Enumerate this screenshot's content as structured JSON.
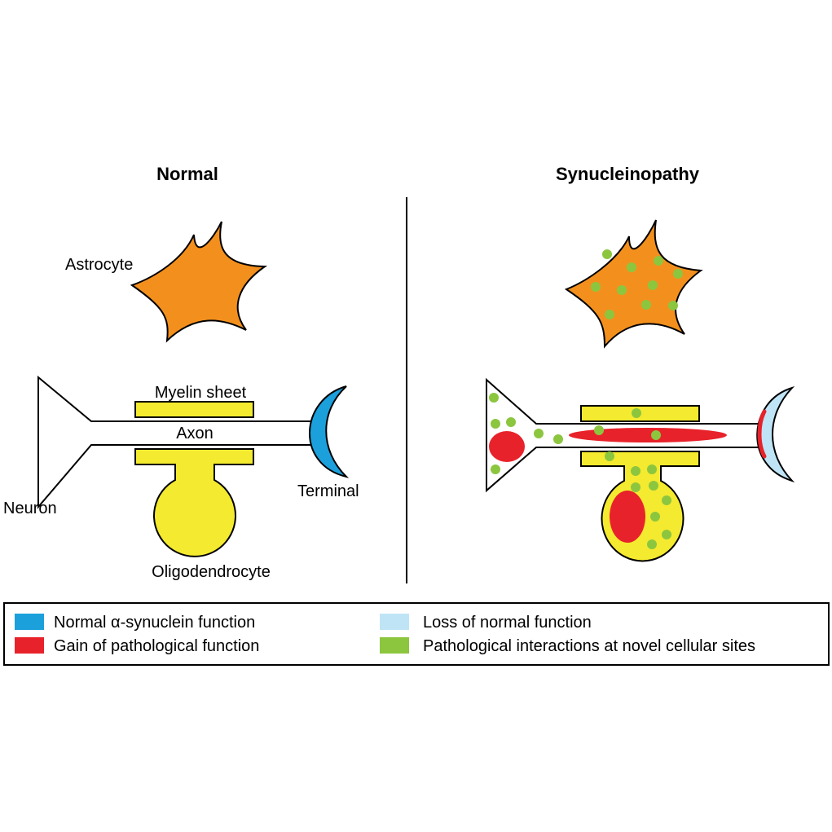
{
  "panels": {
    "normal": {
      "title": "Normal",
      "labels": {
        "astrocyte": "Astrocyte",
        "myelin": "Myelin sheet",
        "axon": "Axon",
        "neuron": "Neuron",
        "terminal": "Terminal",
        "oligodendrocyte": "Oligodendrocyte"
      }
    },
    "disease": {
      "title": "Synucleinopathy"
    }
  },
  "legend": {
    "items": [
      {
        "key": "normal_function",
        "label": "Normal α-synuclein function",
        "color": "#1ba0dc"
      },
      {
        "key": "gain_pathological",
        "label": "Gain of pathological function",
        "color": "#e8222a"
      },
      {
        "key": "loss_normal",
        "label": "Loss of normal function",
        "color": "#bfe4f6"
      },
      {
        "key": "pathological_interactions",
        "label": "Pathological interactions at novel cellular sites",
        "color": "#8cc63f"
      }
    ]
  },
  "colors": {
    "astrocyte": "#f3901d",
    "myelin": "#f4ea2f",
    "outline": "#000000"
  }
}
